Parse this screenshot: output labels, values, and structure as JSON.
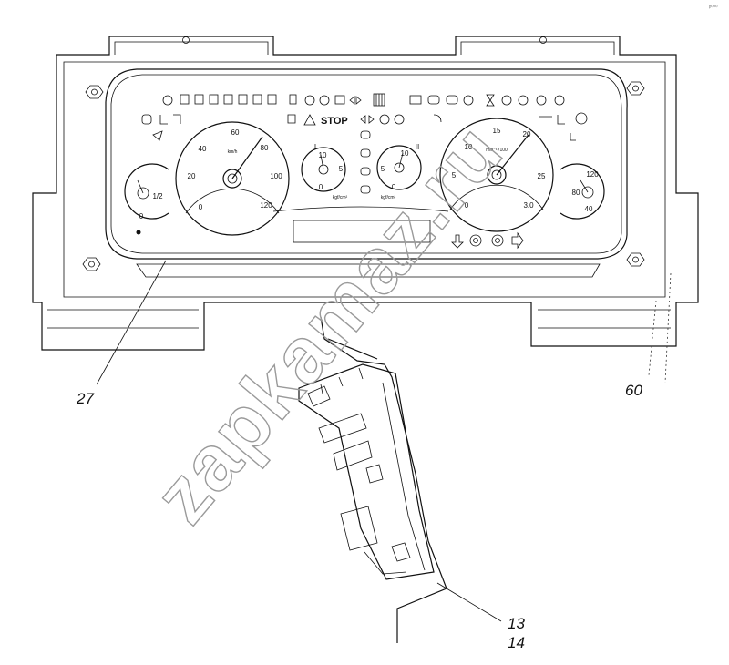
{
  "corner_mark": "ᵖ⁰⁰⁰",
  "watermark": "zapkamaz.ru",
  "callouts": {
    "panel": "27",
    "housing": "60",
    "part_a": "13",
    "part_b": "14"
  },
  "indicator_text": {
    "stop": "STOP"
  },
  "gauges": {
    "speedometer": {
      "ticks": [
        "0",
        "20",
        "40",
        "60",
        "80",
        "100",
        "120"
      ],
      "unit": "km/h"
    },
    "tachometer": {
      "ticks": [
        "0",
        "5",
        "10",
        "15",
        "20",
        "25",
        "3.0"
      ],
      "unit": "min⁻¹×100"
    },
    "pressure_left": {
      "ticks": [
        "0",
        "5",
        "10"
      ],
      "roman": "I",
      "unit": "kgf/cm²"
    },
    "pressure_right": {
      "ticks": [
        "0",
        "5",
        "10"
      ],
      "roman": "II",
      "unit": "kgf/cm²"
    },
    "fuel": {
      "ticks": [
        "0",
        "1/2"
      ]
    },
    "temperature": {
      "ticks": [
        "40",
        "80",
        "120"
      ]
    }
  },
  "icons": [
    "seatbelt-icon",
    "axle-lock-icons",
    "trailer-icon",
    "battery-icon",
    "oil-icon",
    "brake-icon",
    "engine-heater-icon",
    "parking-light-icon",
    "warning-triangle-icon",
    "turn-arrows-icon",
    "cab-lock-icon"
  ]
}
